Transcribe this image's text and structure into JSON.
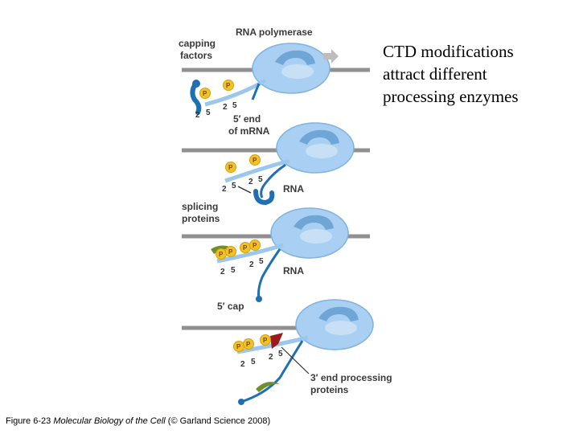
{
  "title": {
    "lines": [
      "CTD modifications",
      "attract different",
      "processing enzymes"
    ]
  },
  "caption": {
    "prefix": "Figure 6-23  ",
    "book": "Molecular Biology of the Cell",
    "suffix": " (© Garland Science 2008)"
  },
  "labels": {
    "rna_polymerase": "RNA polymerase",
    "capping_factors": [
      "capping",
      "factors"
    ],
    "five_prime_end": [
      "5′ end",
      "of mRNA"
    ],
    "rna_1": "RNA",
    "splicing_proteins": [
      "splicing",
      "proteins"
    ],
    "rna_2": "RNA",
    "five_prime_cap": "5′ cap",
    "three_prime_end": [
      "3′ end processing",
      "proteins"
    ]
  },
  "phospho_label": "P",
  "ctd_numbers": {
    "two": "2",
    "five": "5"
  },
  "colors": {
    "polymerase": "#a9d0f2",
    "polymerase_dark": "#6fa6d6",
    "dna": "#909090",
    "rna": "#1f6fb5",
    "phosphate": "#f2c12a",
    "capping": "#1f6fb5",
    "splicing": "#6e8f2a",
    "end_processing": "#9a1b1b",
    "arrow": "#bdbdbd"
  }
}
